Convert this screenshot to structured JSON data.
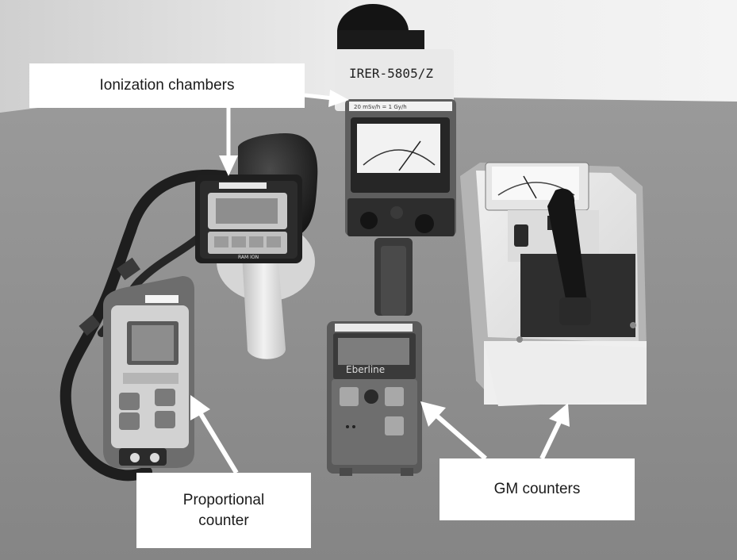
{
  "labels": {
    "ionization": "Ionization chambers",
    "proportional_line1": "Proportional",
    "proportional_line2": "counter",
    "gm": "GM counters"
  },
  "device_text": {
    "chamber_top": "IRER-5805/Z",
    "chamber_label": "20 mSv/h = 1 Gy/h",
    "small_chamber_model": "RAM ION",
    "gm_brand": "Eberline"
  },
  "colors": {
    "table": "#8d8d8d",
    "wall": "#e6e6e6",
    "callout_bg": "#ffffff",
    "arrow": "#ffffff"
  }
}
